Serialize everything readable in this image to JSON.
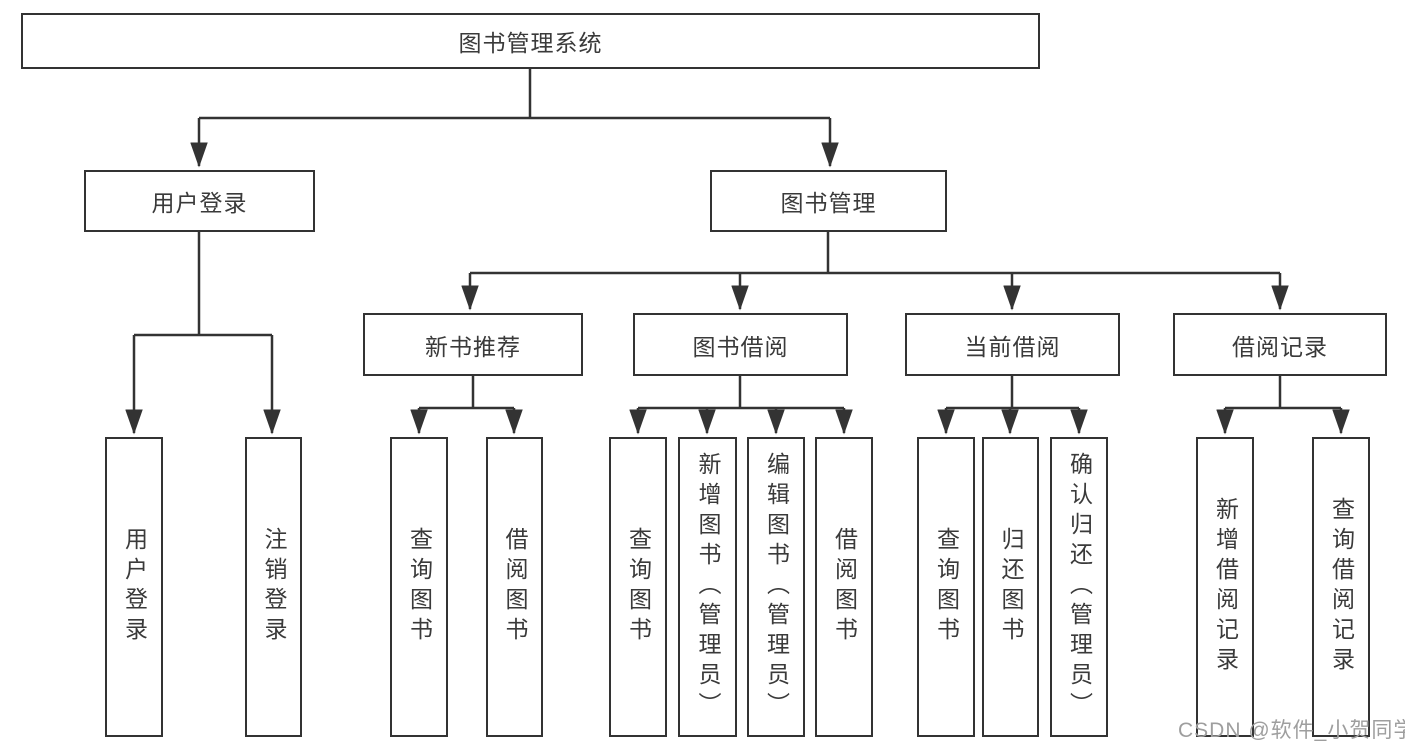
{
  "diagram": {
    "tree": {
      "label": "图书管理系统",
      "children": [
        {
          "label": "用户登录",
          "children": [
            {
              "label": "用户登录"
            },
            {
              "label": "注销登录"
            }
          ]
        },
        {
          "label": "图书管理",
          "children": [
            {
              "label": "新书推荐",
              "children": [
                {
                  "label": "查询图书"
                },
                {
                  "label": "借阅图书"
                }
              ]
            },
            {
              "label": "图书借阅",
              "children": [
                {
                  "label": "查询图书"
                },
                {
                  "label": "新增图书（管理员）"
                },
                {
                  "label": "编辑图书（管理员）"
                },
                {
                  "label": "借阅图书"
                }
              ]
            },
            {
              "label": "当前借阅",
              "children": [
                {
                  "label": "查询图书"
                },
                {
                  "label": "归还图书"
                },
                {
                  "label": "确认归还（管理员）"
                }
              ]
            },
            {
              "label": "借阅记录",
              "children": [
                {
                  "label": "新增借阅记录"
                },
                {
                  "label": "查询借阅记录"
                }
              ]
            }
          ]
        }
      ]
    },
    "colors": {
      "line": "#333333",
      "box_border": "#333333",
      "text": "#3a3a3a",
      "watermark": "#9e9e9e",
      "background": "#ffffff"
    }
  },
  "watermark": {
    "text": "CSDN @软件_小贺同学"
  }
}
